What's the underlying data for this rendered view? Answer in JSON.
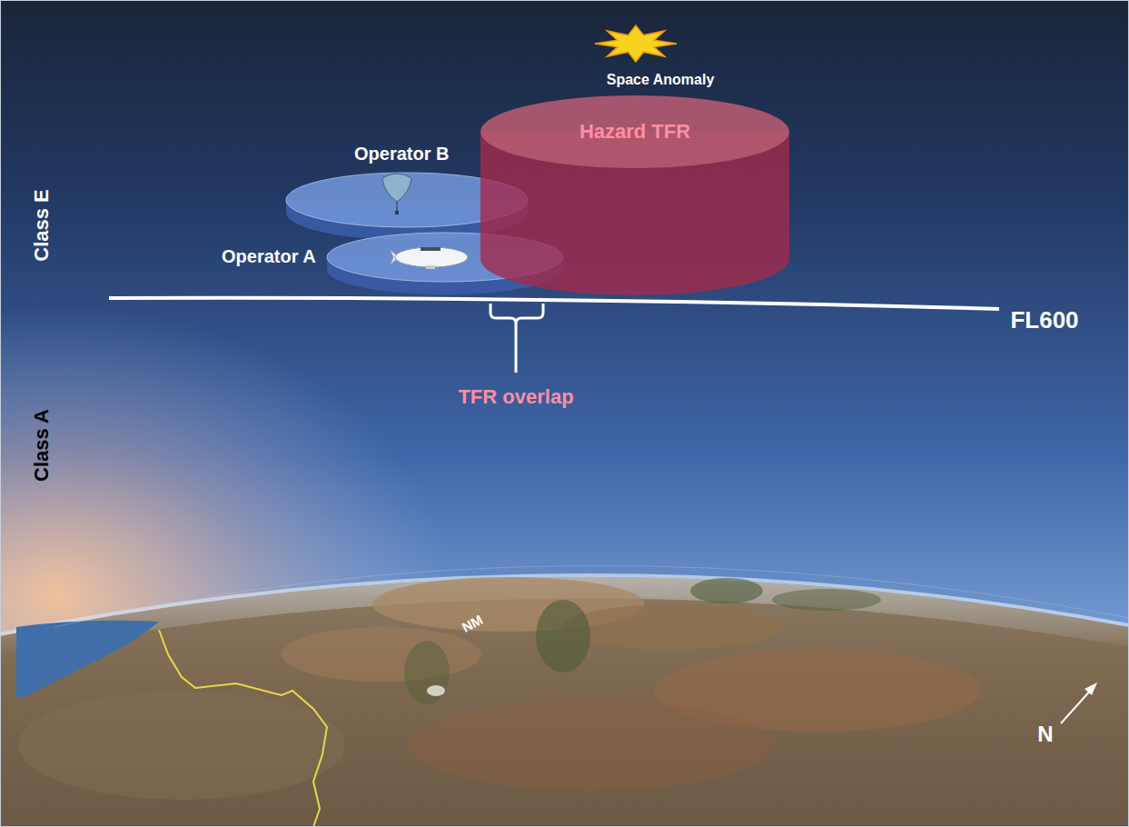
{
  "diagram": {
    "nodes": [
      {
        "text": [
          "Operator B"
        ]
      },
      {
        "text": [
          "Operator A"
        ]
      },
      {
        "text": [
          "Hazard TFR"
        ]
      }
    ],
    "labels": [
      "Space Anomaly",
      "Class E",
      "Class A",
      "FL600",
      "TFR overlap",
      "NM",
      "N"
    ]
  }
}
